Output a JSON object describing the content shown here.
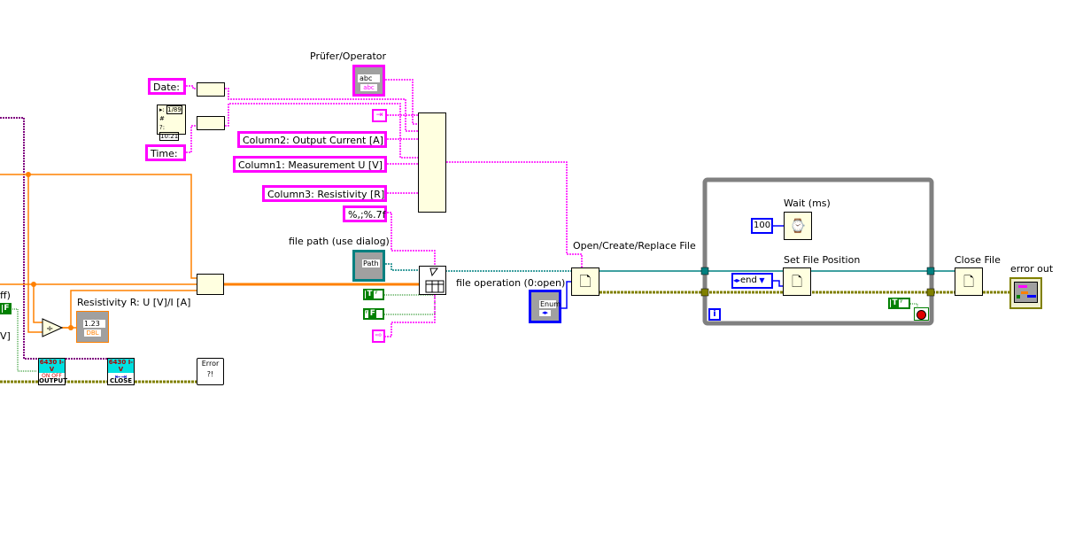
{
  "diagram": {
    "type": "LabVIEW block diagram",
    "labels": {
      "operator": "Prüfer/Operator",
      "file_path": "file path (use dialog)",
      "resistivity": "Resistivity R: U [V]/I [A]",
      "file_operation": "file operation (0:open)",
      "open_file": "Open/Create/Replace File",
      "wait": "Wait (ms)",
      "set_file_position": "Set File Position",
      "close_file": "Close File",
      "error_out": "error out",
      "partial_left_1": "ff)",
      "partial_left_2": "V]"
    },
    "constants": {
      "date": "Date:",
      "time": "Time:",
      "column2": "Column2: Output Current [A]",
      "column1": "Column1: Measurement U [V]",
      "column3": "Column3: Resistivity [R]",
      "format": "%,;%.7f",
      "wait_ms": "100",
      "position_mode": "end"
    },
    "controls": {
      "operator_type": "abc",
      "operator_terminal": "abc",
      "path_type": "Path",
      "enum_type": "Enum",
      "resistivity_value": "1.23",
      "resistivity_type": "DBL",
      "date_format": "1/89",
      "time_format": "10:21"
    },
    "booleans": {
      "true_label": "T",
      "false_label": "F"
    },
    "subvis": {
      "output_header": "6430 I-V",
      "output_footer": "OUTPUT",
      "output_glyph": "ON OFF",
      "close_header": "6430 I-V",
      "close_footer": "CLOSE",
      "error_handler": "Error ?!"
    },
    "loop": {
      "iteration_terminal": "i"
    },
    "colors": {
      "string_wire": "#ff00ff",
      "numeric_wire": "#ff8000",
      "refnum_wire": "#008080",
      "error_wire": "#808000",
      "enum_wire": "#0000ff",
      "boolean_wire": "#008000",
      "visa_wire": "#800080",
      "loop_border": "#808080",
      "node_bg": "#ffffe0"
    }
  }
}
